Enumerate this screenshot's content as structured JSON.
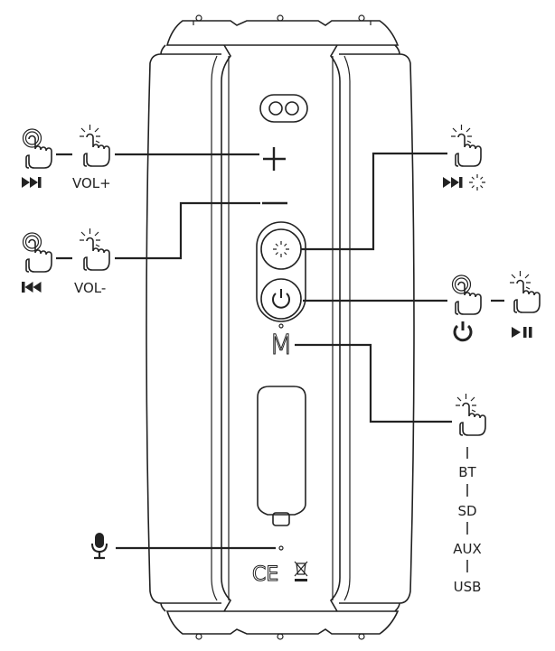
{
  "title": "Speaker button functions diagram",
  "device": {
    "mode_button_label": "M",
    "ce_mark": "CE"
  },
  "callouts": {
    "volume_up": {
      "long_press_icon": "next-track-icon",
      "short_press_label": "VOL+"
    },
    "volume_down": {
      "long_press_icon": "previous-track-icon",
      "short_press_label": "VOL-"
    },
    "light": {
      "short_press_icon": "next-track-and-light-icon"
    },
    "power": {
      "long_press_icon": "power-icon",
      "short_press_icon": "play-pause-icon"
    },
    "mode": {
      "sequence": [
        "BT",
        "SD",
        "AUX",
        "USB"
      ]
    },
    "microphone": {
      "icon": "microphone-icon"
    }
  },
  "colors": {
    "line": "#222222",
    "background": "#ffffff"
  }
}
